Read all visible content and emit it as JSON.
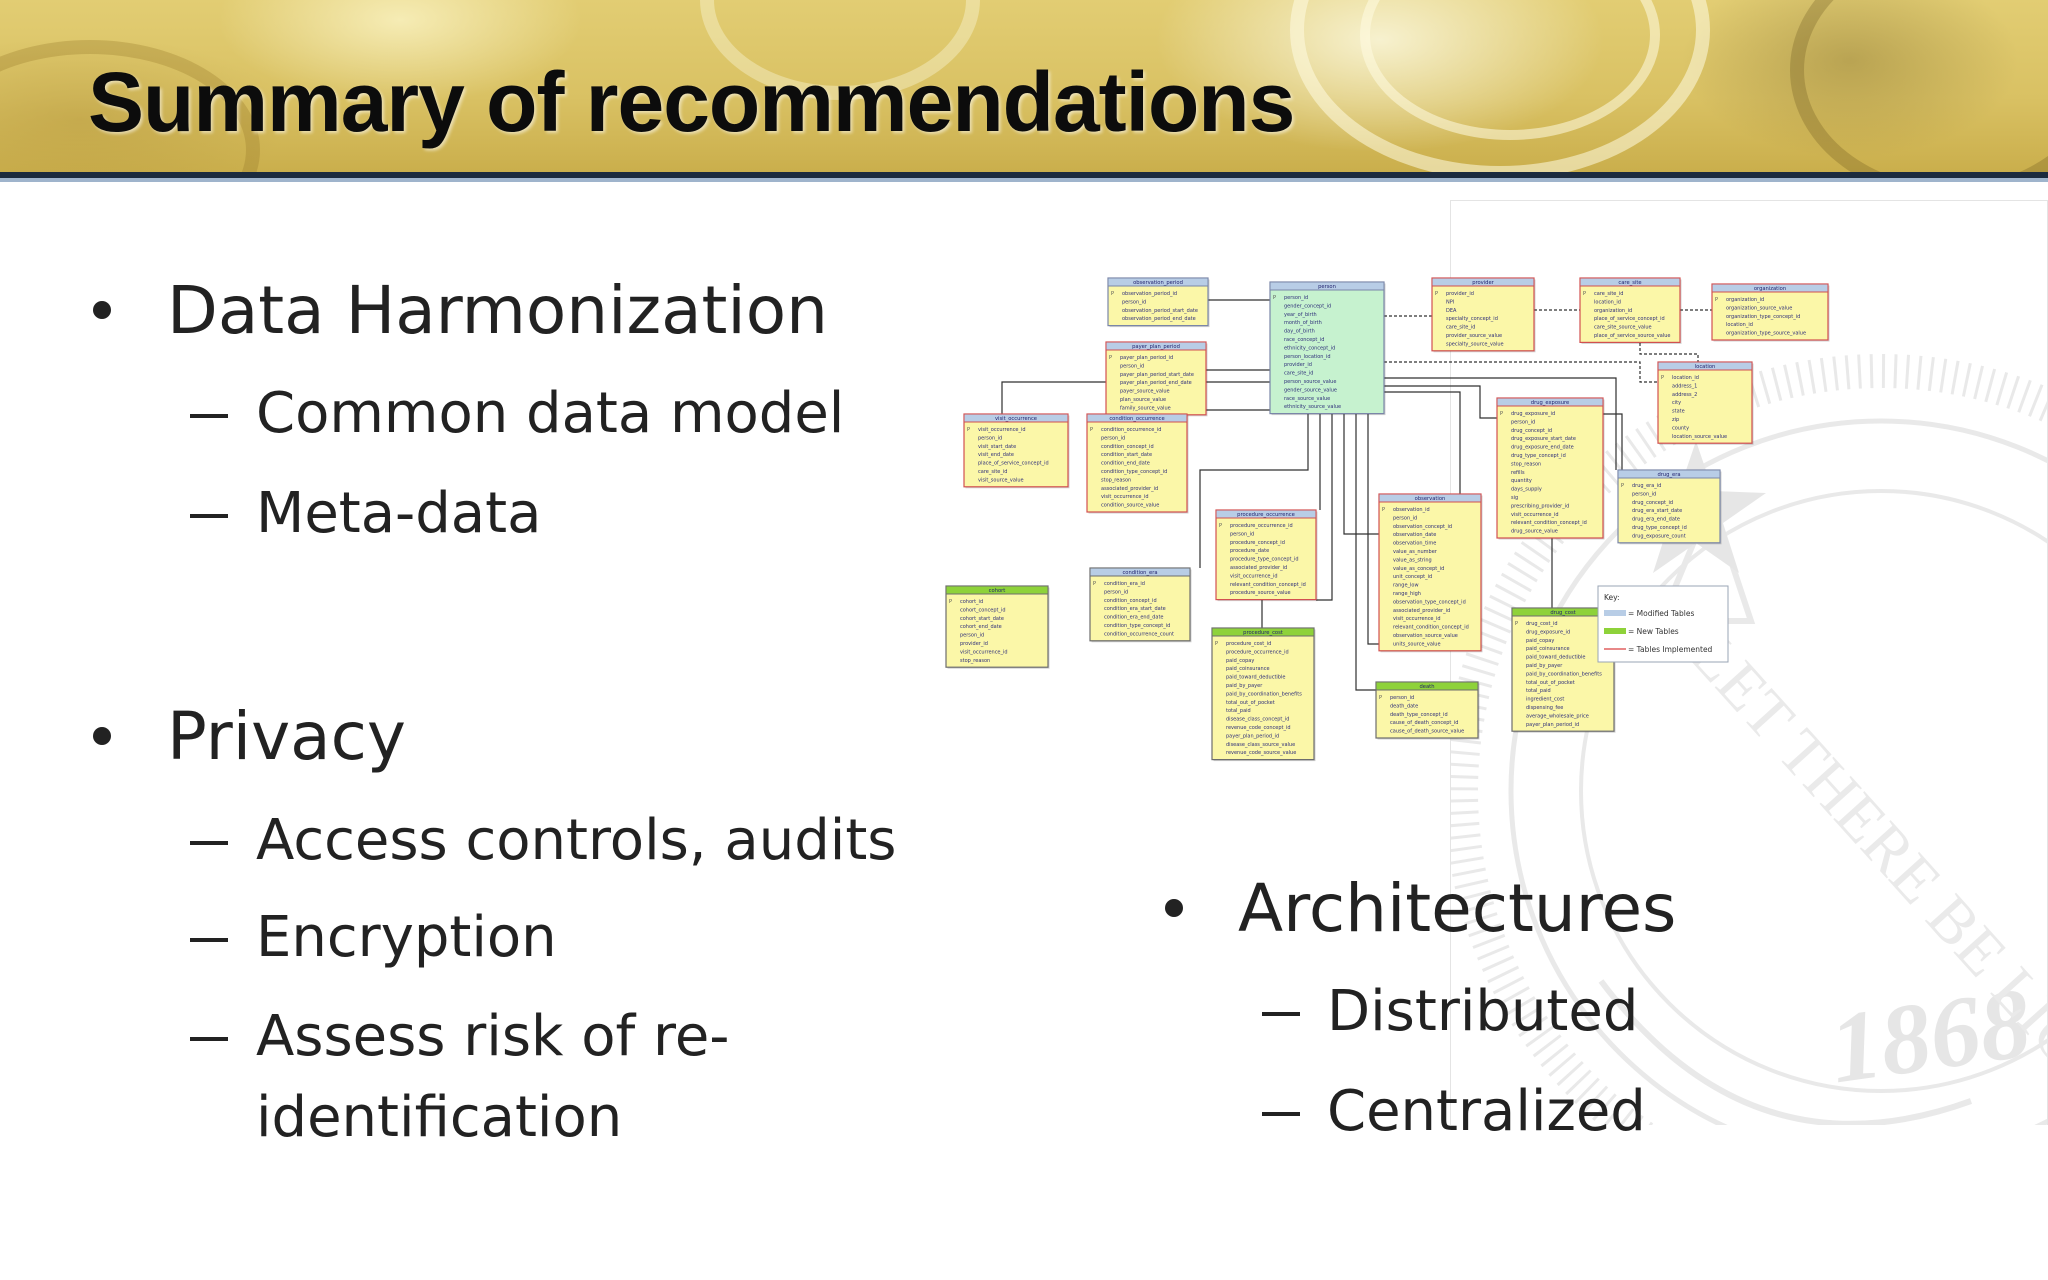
{
  "slide": {
    "title": "Summary of recommendations",
    "colors": {
      "banner": "#d9c163",
      "rule": "#1c2b3e",
      "text": "#222222"
    }
  },
  "sections": [
    {
      "heading": "Data Harmonization",
      "items": [
        "Common data model",
        "Meta-data"
      ]
    },
    {
      "heading": "Privacy",
      "items": [
        "Access controls, audits",
        "Encryption",
        "Assess risk of re-",
        "identification"
      ]
    },
    {
      "heading": "Architectures",
      "items": [
        "Distributed",
        "Centralized"
      ]
    }
  ],
  "watermark": {
    "year": "1868",
    "motto": "LET THERE BE LIGHT"
  },
  "diagram": {
    "tables": [
      {
        "name": "observation_period",
        "fields": [
          "observation_period_id",
          "person_id",
          "observation_period_start_date",
          "observation_period_end_date"
        ]
      },
      {
        "name": "person",
        "fields": [
          "person_id",
          "gender_concept_id",
          "year_of_birth",
          "month_of_birth",
          "day_of_birth",
          "race_concept_id",
          "ethnicity_concept_id",
          "person_location_id",
          "provider_id",
          "care_site_id",
          "person_source_value",
          "gender_source_value",
          "race_source_value",
          "ethnicity_source_value"
        ]
      },
      {
        "name": "provider",
        "fields": [
          "provider_id",
          "NPI",
          "DEA",
          "specialty_concept_id",
          "care_site_id",
          "provider_source_value",
          "specialty_source_value"
        ]
      },
      {
        "name": "care_site",
        "fields": [
          "care_site_id",
          "location_id",
          "organization_id",
          "place_of_service_concept_id",
          "care_site_source_value",
          "place_of_service_source_value"
        ]
      },
      {
        "name": "organization",
        "fields": [
          "organization_id",
          "organization_source_value",
          "organization_type_concept_id",
          "location_id",
          "organization_type_source_value"
        ]
      },
      {
        "name": "payer_plan_period",
        "fields": [
          "payer_plan_period_id",
          "person_id",
          "payer_plan_period_start_date",
          "payer_plan_period_end_date",
          "payer_source_value",
          "plan_source_value",
          "family_source_value"
        ]
      },
      {
        "name": "location",
        "fields": [
          "location_id",
          "address_1",
          "address_2",
          "city",
          "state",
          "zip",
          "county",
          "location_source_value"
        ]
      },
      {
        "name": "visit_occurrence",
        "fields": [
          "visit_occurrence_id",
          "person_id",
          "visit_start_date",
          "visit_end_date",
          "place_of_service_concept_id",
          "care_site_id",
          "visit_source_value"
        ]
      },
      {
        "name": "condition_occurrence",
        "fields": [
          "condition_occurrence_id",
          "person_id",
          "condition_concept_id",
          "condition_start_date",
          "condition_end_date",
          "condition_type_concept_id",
          "stop_reason",
          "associated_provider_id",
          "visit_occurrence_id",
          "condition_source_value"
        ]
      },
      {
        "name": "drug_exposure",
        "fields": [
          "drug_exposure_id",
          "person_id",
          "drug_concept_id",
          "drug_exposure_start_date",
          "drug_exposure_end_date",
          "drug_type_concept_id",
          "stop_reason",
          "refills",
          "quantity",
          "days_supply",
          "sig",
          "prescribing_provider_id",
          "visit_occurrence_id",
          "relevant_condition_concept_id",
          "drug_source_value"
        ]
      },
      {
        "name": "drug_era",
        "fields": [
          "drug_era_id",
          "person_id",
          "drug_concept_id",
          "drug_era_start_date",
          "drug_era_end_date",
          "drug_type_concept_id",
          "drug_exposure_count"
        ]
      },
      {
        "name": "procedure_occurrence",
        "fields": [
          "procedure_occurrence_id",
          "person_id",
          "procedure_concept_id",
          "procedure_date",
          "procedure_type_concept_id",
          "associated_provider_id",
          "visit_occurrence_id",
          "relevant_condition_concept_id",
          "procedure_source_value"
        ]
      },
      {
        "name": "observation",
        "fields": [
          "observation_id",
          "person_id",
          "observation_concept_id",
          "observation_date",
          "observation_time",
          "value_as_number",
          "value_as_string",
          "value_as_concept_id",
          "unit_concept_id",
          "range_low",
          "range_high",
          "observation_type_concept_id",
          "associated_provider_id",
          "visit_occurrence_id",
          "relevant_condition_concept_id",
          "observation_source_value",
          "units_source_value"
        ]
      },
      {
        "name": "cohort",
        "fields": [
          "cohort_id",
          "cohort_concept_id",
          "cohort_start_date",
          "cohort_end_date",
          "person_id",
          "provider_id",
          "visit_occurrence_id",
          "stop_reason"
        ]
      },
      {
        "name": "condition_era",
        "fields": [
          "condition_era_id",
          "person_id",
          "condition_concept_id",
          "condition_era_start_date",
          "condition_era_end_date",
          "condition_type_concept_id",
          "condition_occurrence_count"
        ]
      },
      {
        "name": "procedure_cost",
        "fields": [
          "procedure_cost_id",
          "procedure_occurrence_id",
          "paid_copay",
          "paid_coinsurance",
          "paid_toward_deductible",
          "paid_by_payer",
          "paid_by_coordination_benefits",
          "total_out_of_pocket",
          "total_paid",
          "disease_class_concept_id",
          "revenue_code_concept_id",
          "payer_plan_period_id",
          "disease_class_source_value",
          "revenue_code_source_value"
        ]
      },
      {
        "name": "death",
        "fields": [
          "person_id",
          "death_date",
          "death_type_concept_id",
          "cause_of_death_concept_id",
          "cause_of_death_source_value"
        ]
      },
      {
        "name": "drug_cost",
        "fields": [
          "drug_cost_id",
          "drug_exposure_id",
          "paid_copay",
          "paid_coinsurance",
          "paid_toward_deductible",
          "paid_by_payer",
          "paid_by_coordination_benefits",
          "total_out_of_pocket",
          "total_paid",
          "ingredient_cost",
          "dispensing_fee",
          "average_wholesale_price",
          "payer_plan_period_id"
        ]
      }
    ],
    "key": {
      "title": "Key:",
      "items": [
        {
          "label": "= Modified Tables",
          "color": "#b8cde6"
        },
        {
          "label": "= New Tables",
          "color": "#8ed23a"
        },
        {
          "label": "= Tables Implemented",
          "color": "#e06060"
        }
      ]
    }
  }
}
